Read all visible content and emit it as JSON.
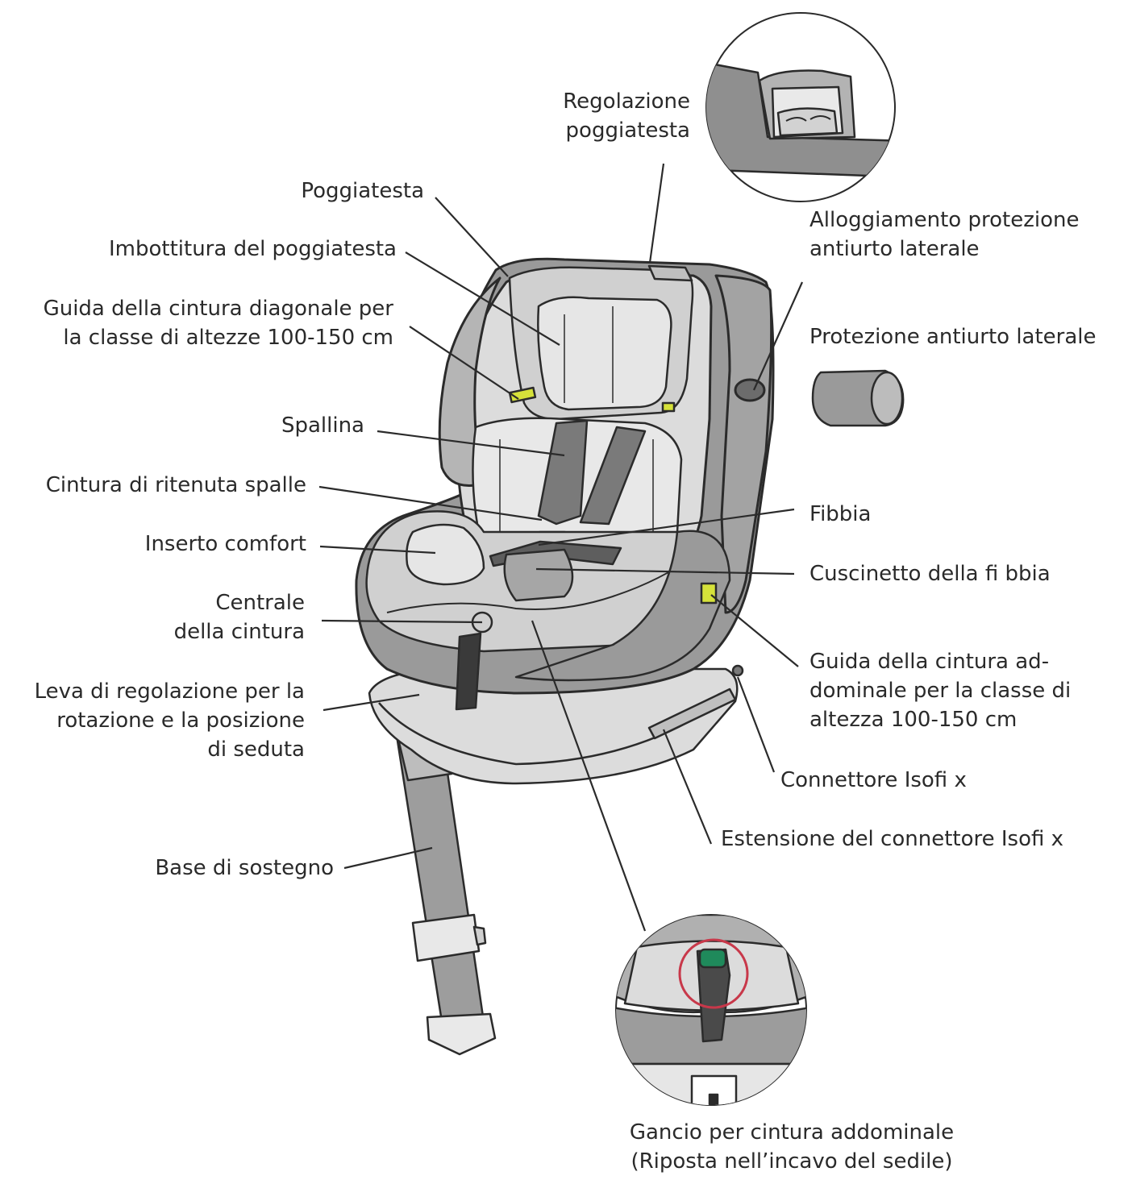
{
  "labels": {
    "regolazione_poggiatesta": [
      "Regolazione",
      "poggiatesta"
    ],
    "poggiatesta": [
      "Poggiatesta"
    ],
    "imbottitura": [
      "Imbottitura del poggiatesta"
    ],
    "guida_diagonale": [
      "Guida della cintura diagonale per",
      "la classe di altezze 100-150 cm"
    ],
    "spallina": [
      "Spallina"
    ],
    "cintura_ritenuta": [
      "Cintura di ritenuta spalle"
    ],
    "inserto_comfort": [
      "Inserto comfort"
    ],
    "centrale_cintura": [
      "Centrale",
      "della cintura"
    ],
    "leva_regolazione": [
      "Leva di regolazione per la",
      "rotazione e la posizione",
      "di seduta"
    ],
    "base_sostegno": [
      "Base di sostegno"
    ],
    "alloggiamento": [
      "Alloggiamento protezione",
      "antiurto laterale"
    ],
    "protezione_laterale": [
      "Protezione antiurto laterale"
    ],
    "fibbia": [
      "Fibbia"
    ],
    "cuscinetto": [
      "Cuscinetto della fi bbia"
    ],
    "guida_addominale": [
      "Guida della cintura ad-",
      "dominale per la classe di",
      "altezza 100-150 cm"
    ],
    "connettore": [
      "Connettore Isofi x"
    ],
    "estensione": [
      "Estensione del connettore Isofi x"
    ],
    "gancio": [
      "Gancio per cintura addominale",
      "(Riposta nell’incavo del sedile)"
    ]
  },
  "colors": {
    "outline": "#2b2b2b",
    "shell_dark": "#8a8a8a",
    "shell_mid": "#a9a9a9",
    "fabric_light": "#d9d9d9",
    "fabric_lighter": "#e8e8e8",
    "accent_yellow": "#d6e23a",
    "accent_green": "#1f8a5b",
    "accent_red": "#c8384a"
  }
}
